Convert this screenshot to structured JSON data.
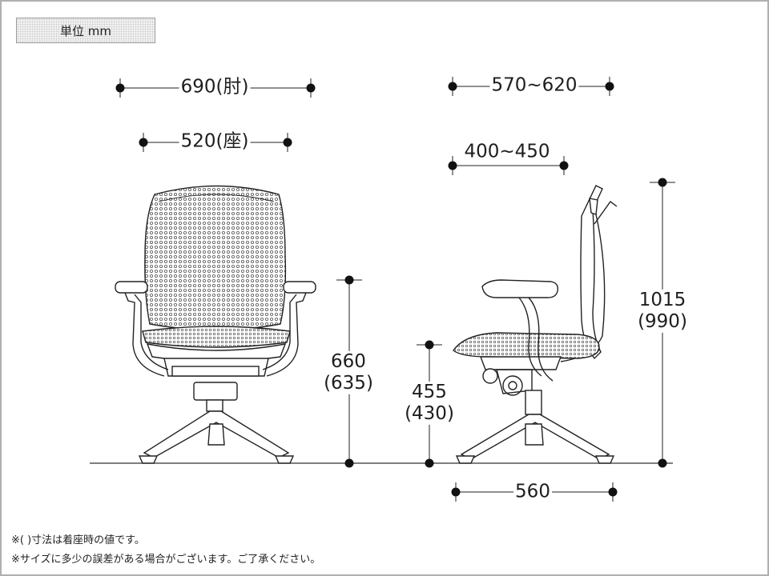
{
  "unit_label": "単位 mm",
  "dimensions": {
    "front_width_arm": "690(肘)",
    "front_width_seat": "520(座)",
    "side_depth_overall": "570~620",
    "side_depth_seat": "400~450",
    "arm_height": "660",
    "arm_height_seated": "(635)",
    "seat_height": "455",
    "seat_height_seated": "(430)",
    "overall_height": "1015",
    "overall_height_seated": "(990)",
    "base_depth": "560"
  },
  "notes": [
    "※(  )寸法は着座時の値です。",
    "※サイズに多少の誤差がある場合がございます。ご了承ください。"
  ]
}
